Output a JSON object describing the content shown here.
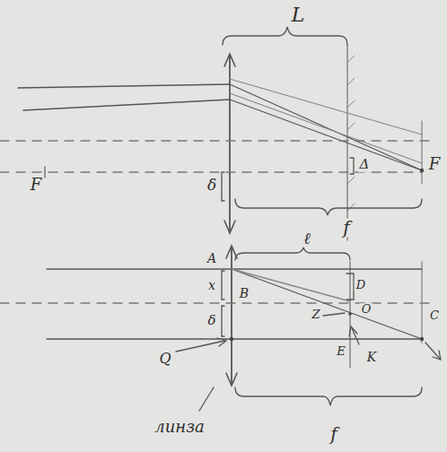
{
  "diagram": {
    "labels": [
      "L",
      "Δ",
      "F",
      "F",
      "δ",
      "f",
      "ℓ",
      "A",
      "x",
      "B",
      "δ",
      "Q",
      "D",
      "Z",
      "O",
      "C",
      "E",
      "K",
      "f",
      "линза"
    ]
  }
}
